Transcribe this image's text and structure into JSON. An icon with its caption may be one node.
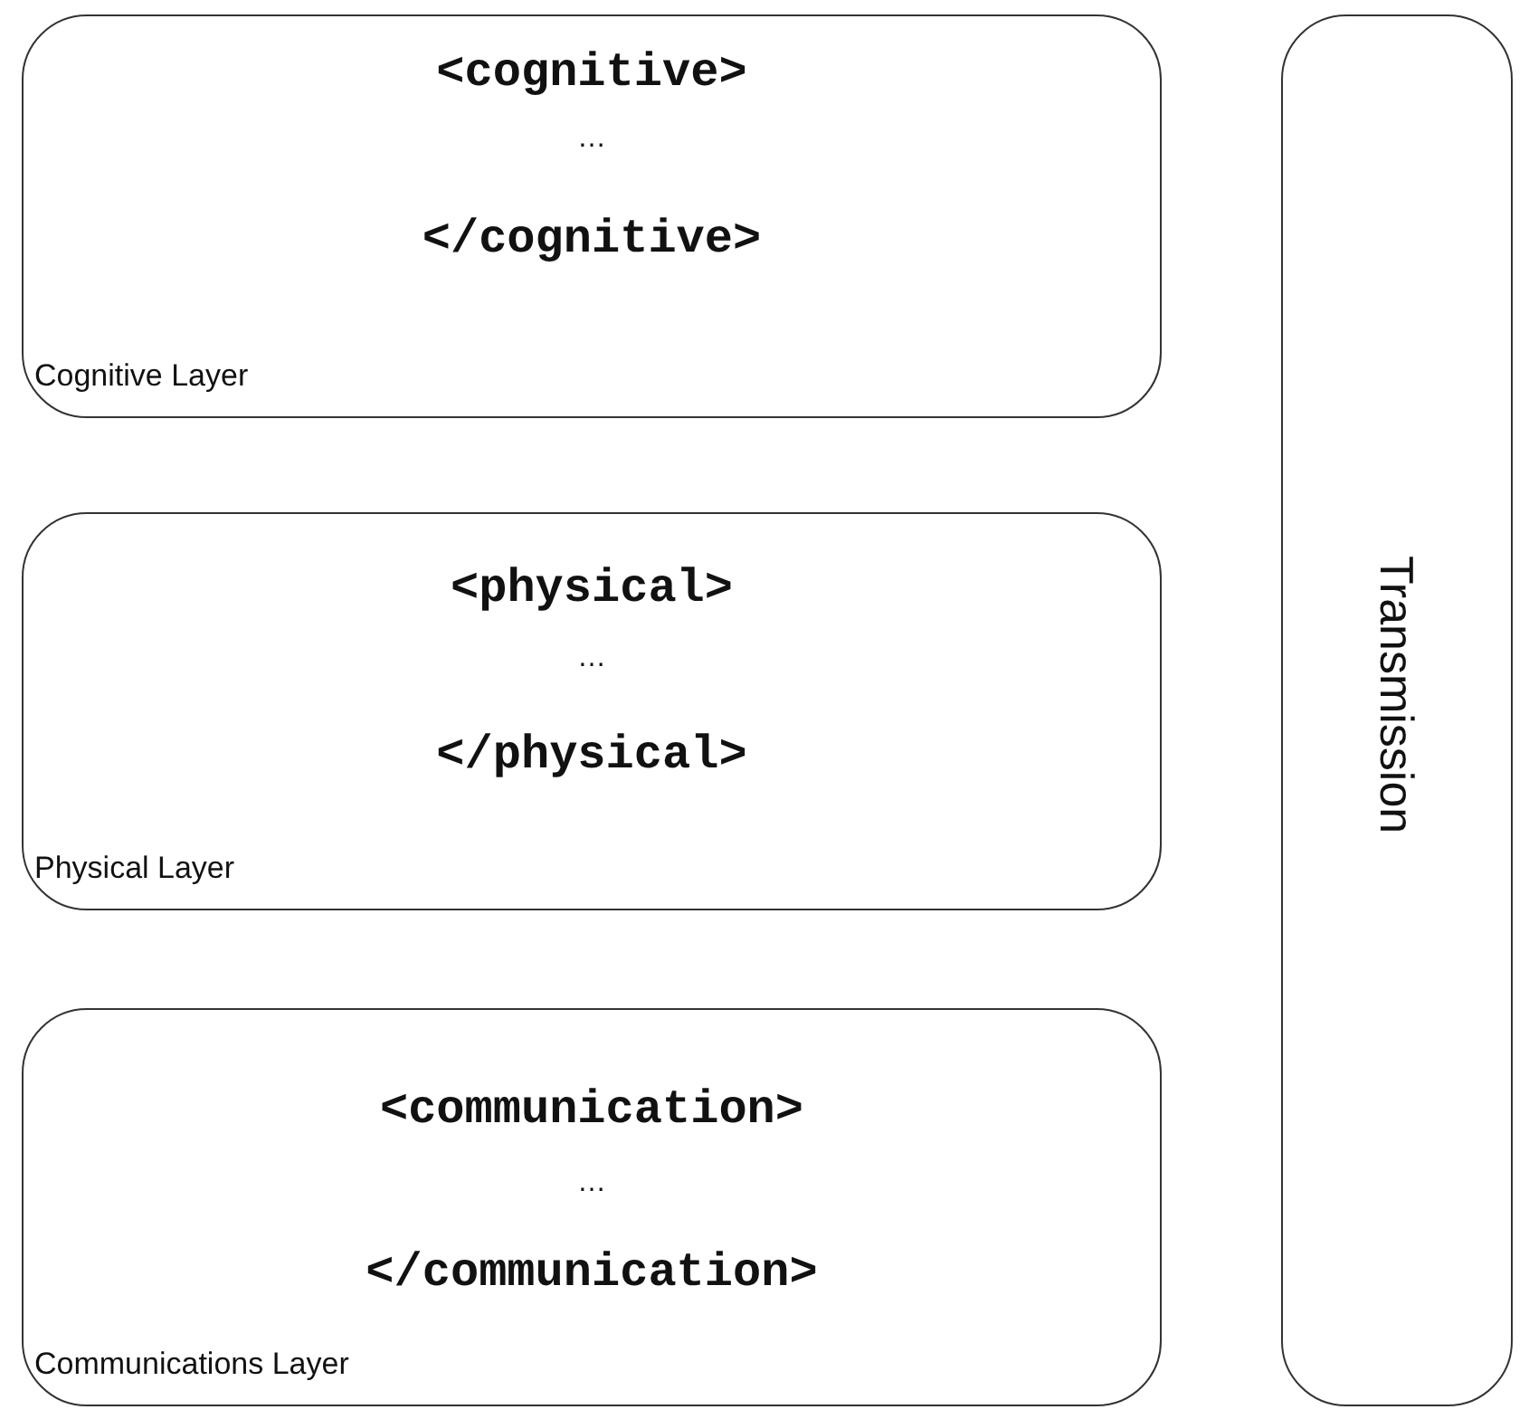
{
  "diagram": {
    "nodes": [
      {
        "text": [
          "<cognitive>",
          "…",
          "</cognitive>",
          "Cognitive Layer"
        ]
      },
      {
        "text": [
          "<physical>",
          "…",
          "</physical>",
          "Physical Layer"
        ]
      },
      {
        "text": [
          "<communication>",
          "…",
          "</communication>",
          "Communications Layer"
        ]
      },
      {
        "text": [
          "Transmission"
        ]
      }
    ]
  }
}
